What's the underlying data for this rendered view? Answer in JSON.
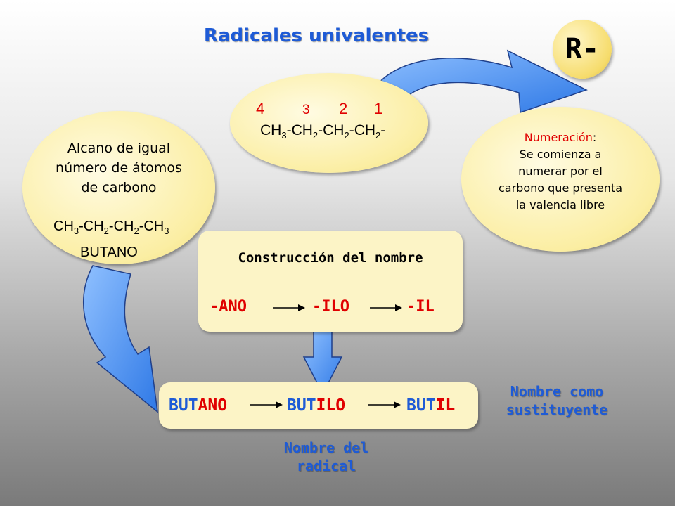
{
  "title": "Radicales univalentes",
  "badge": "R-",
  "radical_formula": {
    "numbers": [
      "4",
      "3",
      "2",
      "1"
    ],
    "p1": "CH",
    "s1": "3",
    "p2": "-CH",
    "s2": "2",
    "p3": "-CH",
    "s3": "2",
    "p4": "-CH",
    "s4": "2",
    "p5": "-"
  },
  "alkane": {
    "line1": "Alcano de igual",
    "line2": "número de átomos",
    "line3": "de carbono",
    "formula": {
      "p1": "CH",
      "s1": "3",
      "p2": "-CH",
      "s2": "2",
      "p3": "-CH",
      "s3": "2",
      "p4": "-CH",
      "s4": "3"
    },
    "name": "BUTANO"
  },
  "numeracion": {
    "label": "Numeración",
    "colon": ":",
    "line1": "Se comienza a",
    "line2": "numerar por el",
    "line3": "carbono que presenta",
    "line4": "la valencia libre"
  },
  "construction": {
    "title": "Construcción del nombre",
    "suffixes": [
      "-ANO",
      "-ILO",
      "-IL"
    ]
  },
  "names": {
    "stem": "BUT",
    "endings": [
      "ANO",
      "ILO",
      "IL"
    ]
  },
  "caption_sustituyente": {
    "line1": "Nombre como",
    "line2": "sustituyente"
  },
  "caption_radical": {
    "line1": "Nombre del",
    "line2": "radical"
  },
  "colors": {
    "accent_blue": "#1e5bd6",
    "red": "#e00000",
    "ellipse_fill": "#fbeea3",
    "box_fill": "#fcf4c6"
  }
}
